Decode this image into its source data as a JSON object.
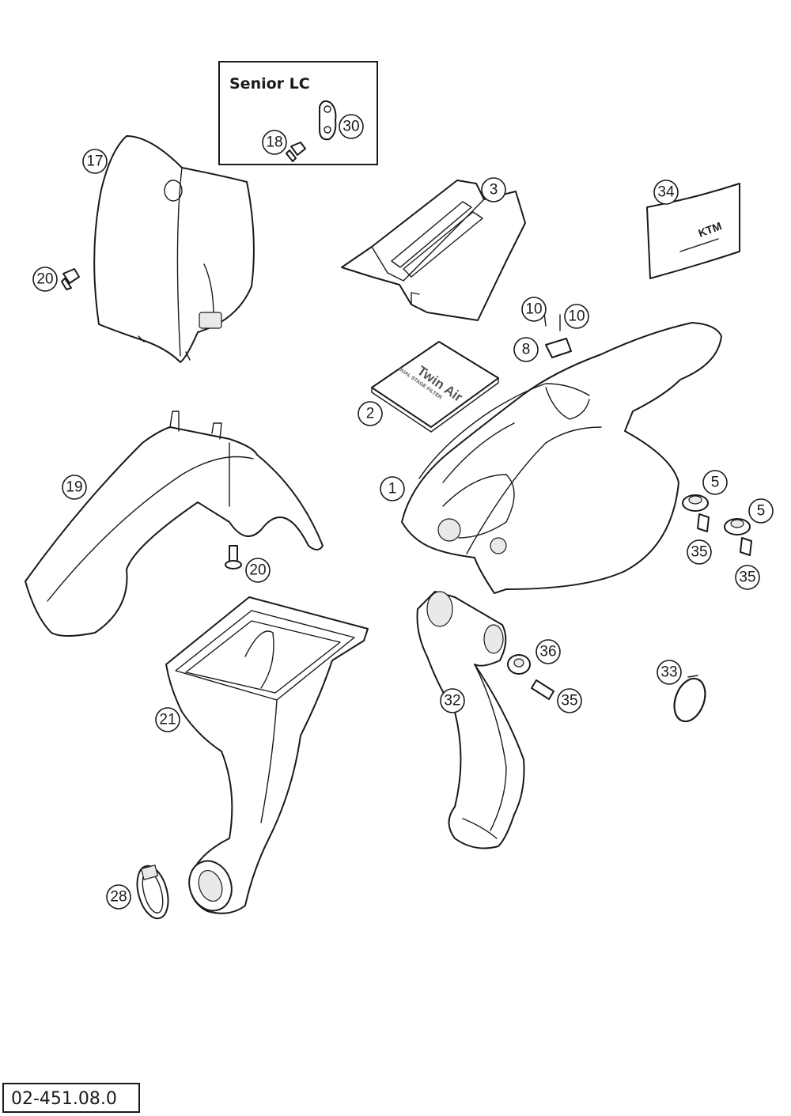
{
  "inset": {
    "title": "Senior LC"
  },
  "reference_code": "02-451.08.0",
  "filter_label": {
    "brand": "Twin Air",
    "subtitle": "DUAL STAGE FILTER"
  },
  "sticker_logo": "KTM",
  "callouts": [
    "1",
    "2",
    "3",
    "5",
    "5",
    "8",
    "10",
    "10",
    "17",
    "18",
    "19",
    "20",
    "20",
    "21",
    "28",
    "30",
    "32",
    "33",
    "34",
    "35",
    "35",
    "35",
    "36"
  ]
}
